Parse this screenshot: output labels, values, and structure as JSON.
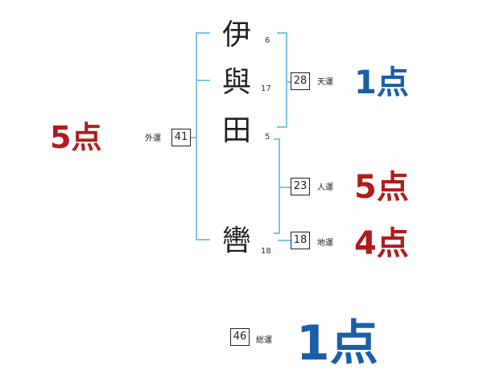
{
  "name_chars": [
    {
      "char": "伊",
      "strokes": "6"
    },
    {
      "char": "與",
      "strokes": "17"
    },
    {
      "char": "田",
      "strokes": "5"
    },
    {
      "char": "轡",
      "strokes": "18"
    }
  ],
  "fortunes": {
    "tenkaku": {
      "label": "天運",
      "value": "28",
      "score": "1点",
      "color": "#1a5fa8"
    },
    "jinkaku": {
      "label": "人運",
      "value": "23",
      "score": "5点",
      "color": "#b01c1c"
    },
    "chikaku": {
      "label": "地運",
      "value": "18",
      "score": "4点",
      "color": "#b01c1c"
    },
    "gaikaku": {
      "label": "外運",
      "value": "41",
      "score": "5点",
      "color": "#b01c1c"
    },
    "soukaku": {
      "label": "総運",
      "value": "46",
      "score": "1点",
      "color": "#1a5fa8"
    }
  },
  "colors": {
    "bracket": "#7ec3e6",
    "good": "#b01c1c",
    "bad": "#1a5fa8"
  }
}
